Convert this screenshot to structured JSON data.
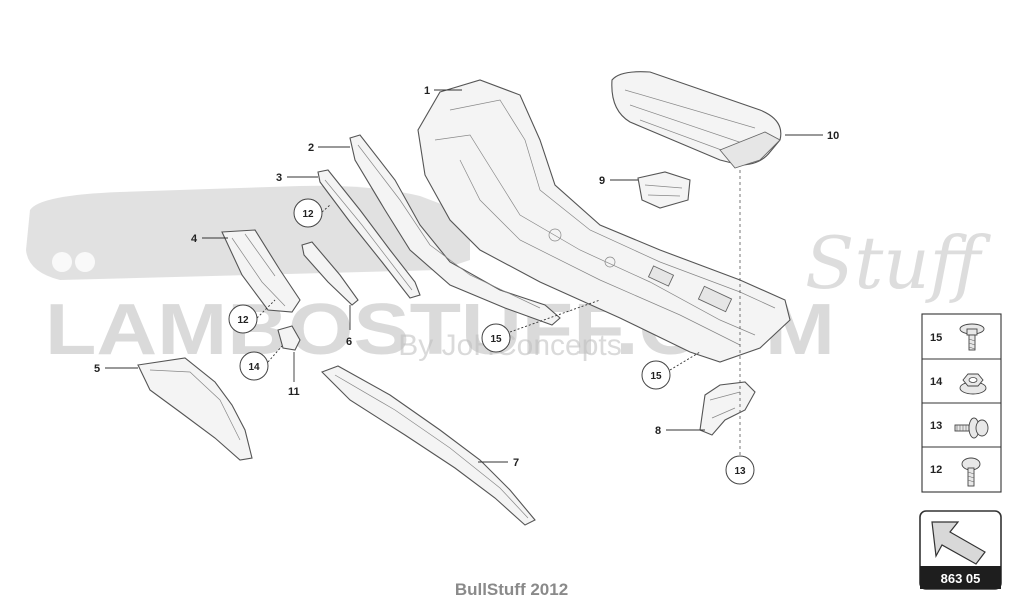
{
  "watermark": {
    "brand_main": "LAMBOSTUFF.COM",
    "brand_script": "Stuff",
    "brand_sub": "By JoHConcepts"
  },
  "callouts": {
    "c1": "1",
    "c2": "2",
    "c3": "3",
    "c4": "4",
    "c5": "5",
    "c6": "6",
    "c7": "7",
    "c8": "8",
    "c9": "9",
    "c10": "10",
    "c11": "11"
  },
  "circled": {
    "c12a": "12",
    "c12b": "12",
    "c14": "14",
    "c15a": "15",
    "c15b": "15",
    "c13": "13"
  },
  "legend": [
    {
      "number": "15",
      "icon": "torx-flange-screw-icon"
    },
    {
      "number": "14",
      "icon": "flange-nut-icon"
    },
    {
      "number": "13",
      "icon": "washer-screw-icon"
    },
    {
      "number": "12",
      "icon": "pan-head-screw-icon"
    }
  ],
  "section": {
    "code": "863 05",
    "icon": "arrow-up-left-icon"
  },
  "footer": "BullStuff 2012"
}
